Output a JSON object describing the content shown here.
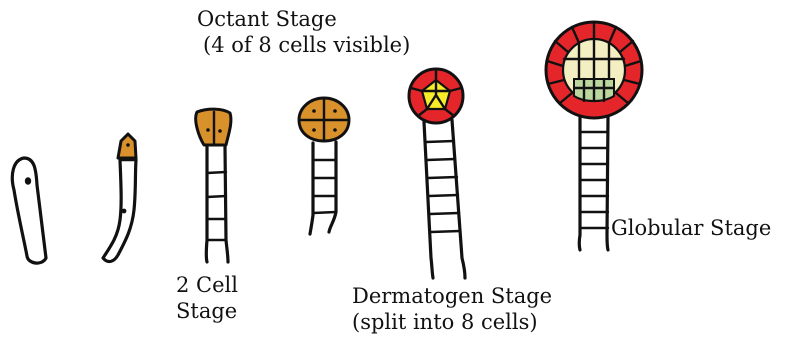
{
  "labels": {
    "octant": [
      "Octant Stage",
      "(4 of 8 cells visible)"
    ],
    "two_cell": [
      "2 Cell",
      "Stage"
    ],
    "dermatogen": [
      "Dermatogen Stage",
      "(split into 8 cells)"
    ],
    "globular": [
      "Globular Stage"
    ]
  },
  "colors": {
    "outline": "#111111",
    "orange_cell": "#d9912c",
    "red_dermatogen": "#e4262b",
    "yellow_inner": "#f6ec2a",
    "cream_cell": "#f4eec3",
    "green_cell": "#bcd6a0",
    "background": "#ffffff"
  }
}
